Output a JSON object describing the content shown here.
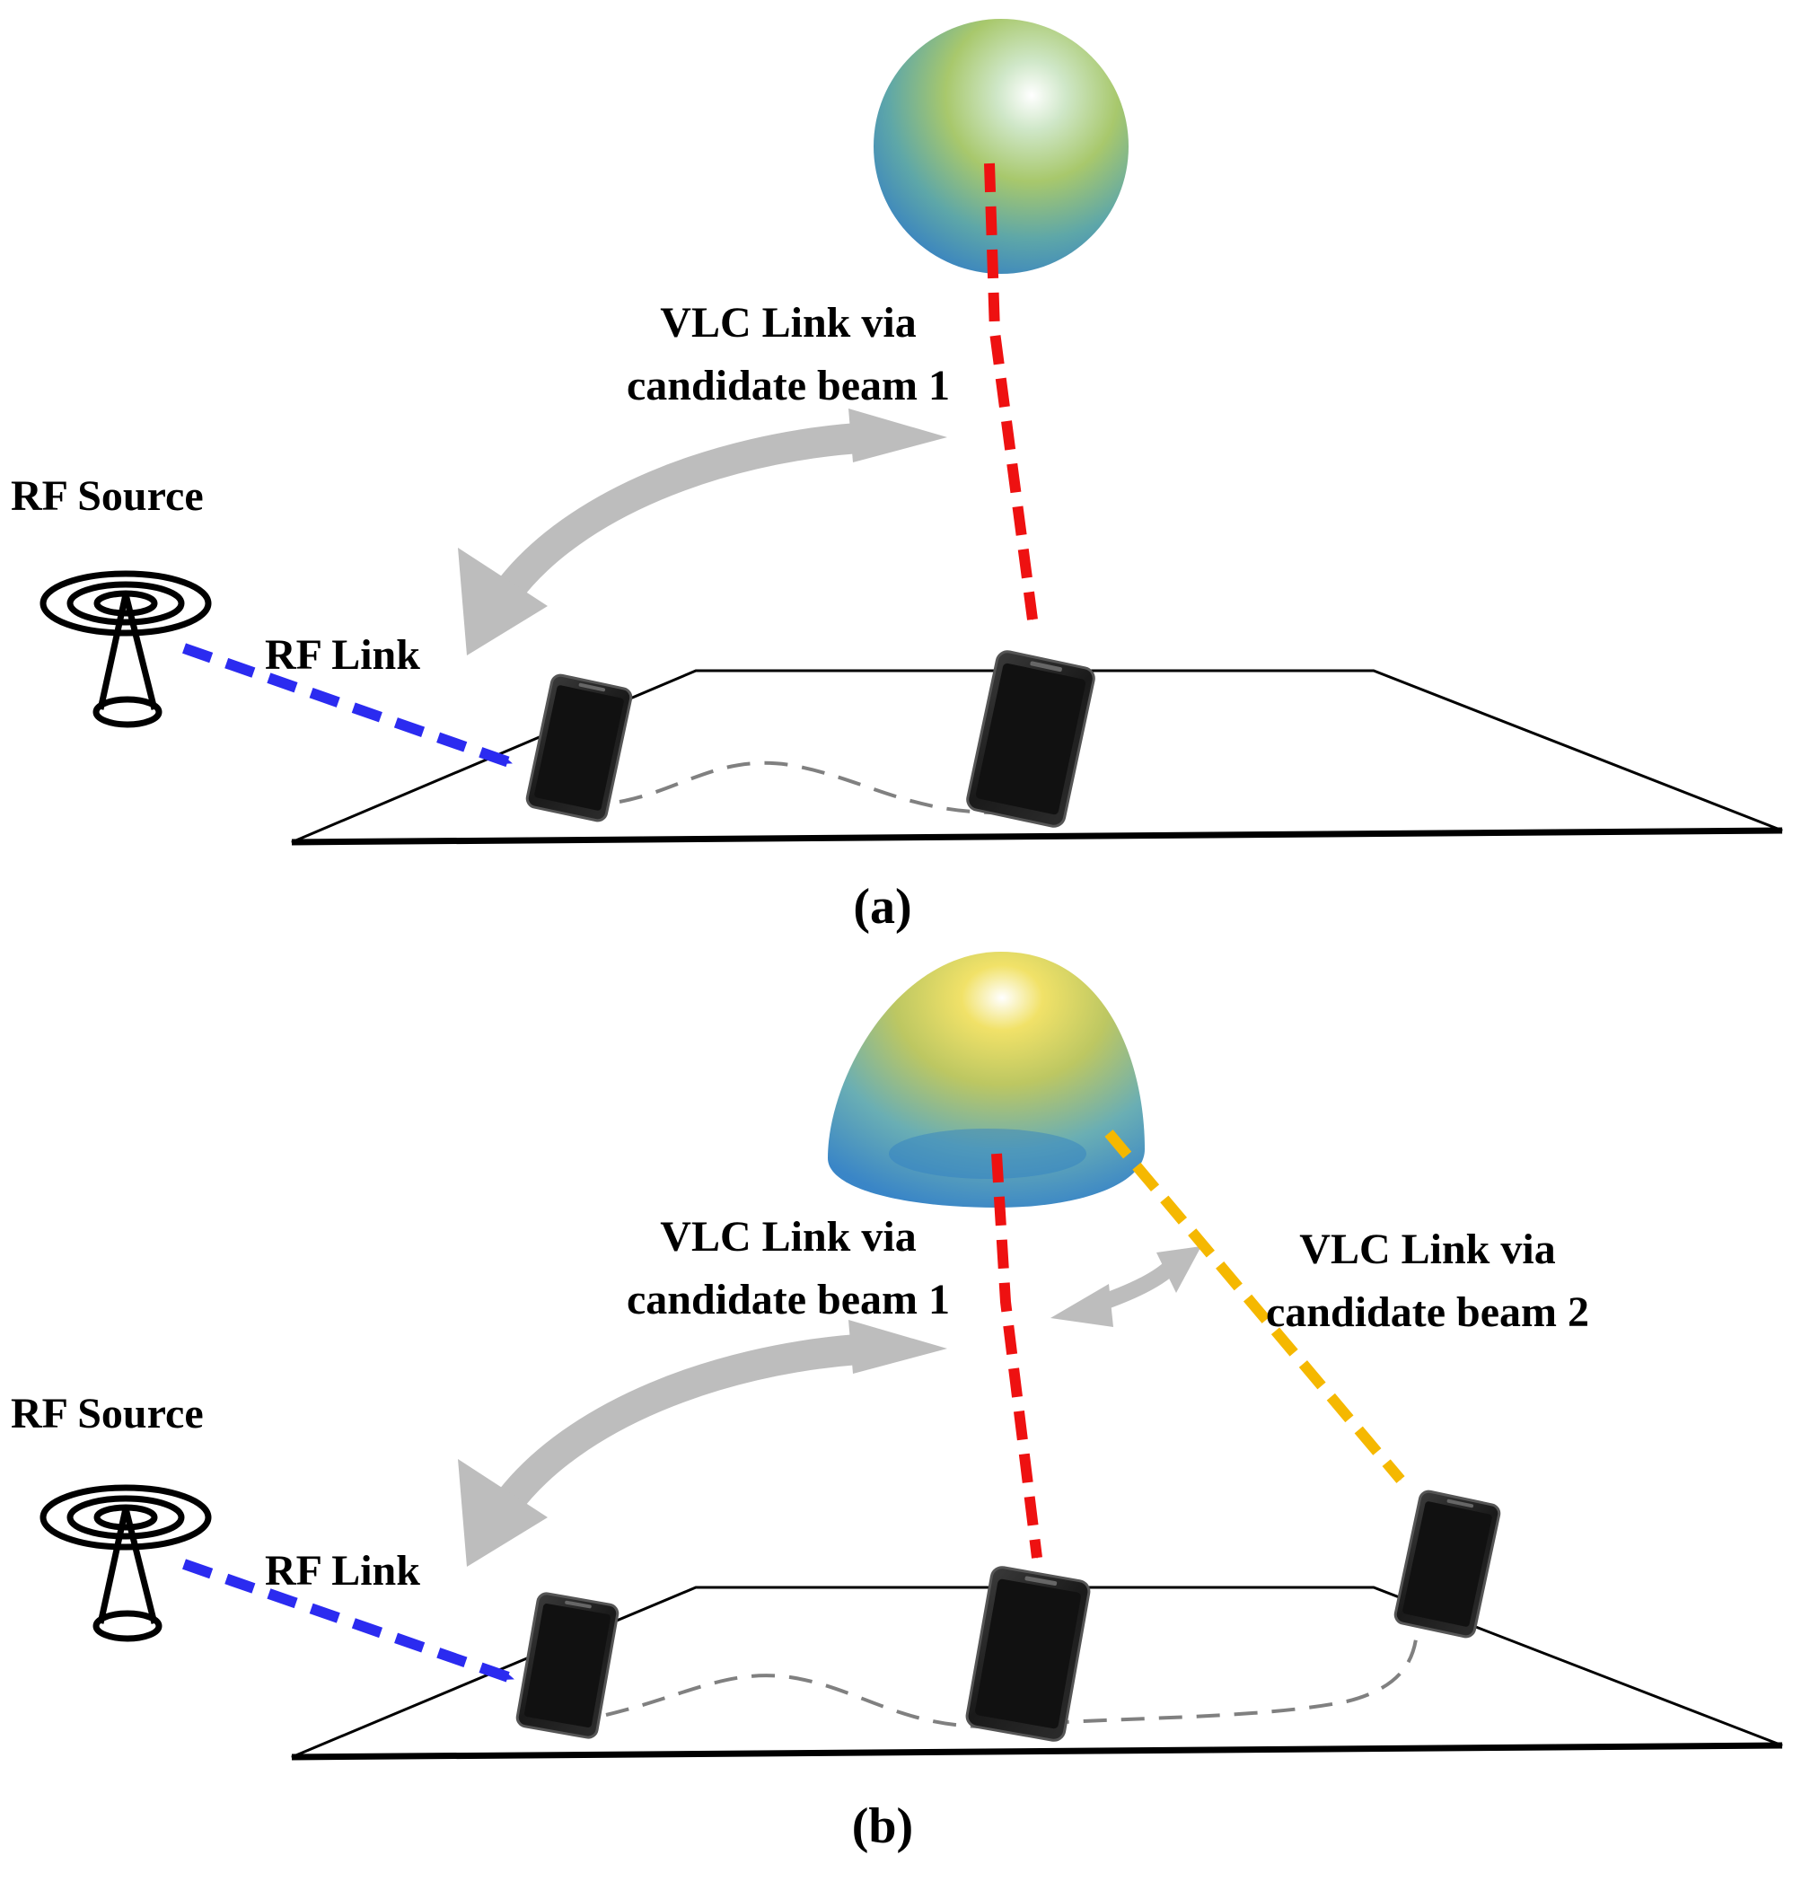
{
  "panels": [
    {
      "caption": "(a)",
      "rf_source_label": "RF Source",
      "rf_link_label": "RF Link",
      "vlc_beam1_label_line1": "VLC Link via",
      "vlc_beam1_label_line2": "candidate beam 1"
    },
    {
      "caption": "(b)",
      "rf_source_label": "RF Source",
      "rf_link_label": "RF Link",
      "vlc_beam1_label_line1": "VLC Link via",
      "vlc_beam1_label_line2": "candidate beam 1",
      "vlc_beam2_label_line1": "VLC Link via",
      "vlc_beam2_label_line2": "candidate beam 2"
    }
  ],
  "colors": {
    "rf_link": "#2b2bf0",
    "vlc_beam1": "#ee1111",
    "vlc_beam2": "#f5b800",
    "handover_arrow": "#bdbdbd",
    "trajectory": "#7f7f7f",
    "phone_body": "#1c1c1c"
  },
  "icons": [
    "antenna-icon",
    "phone-icon",
    "led-radiation-pattern-icon",
    "double-arrow-icon"
  ]
}
